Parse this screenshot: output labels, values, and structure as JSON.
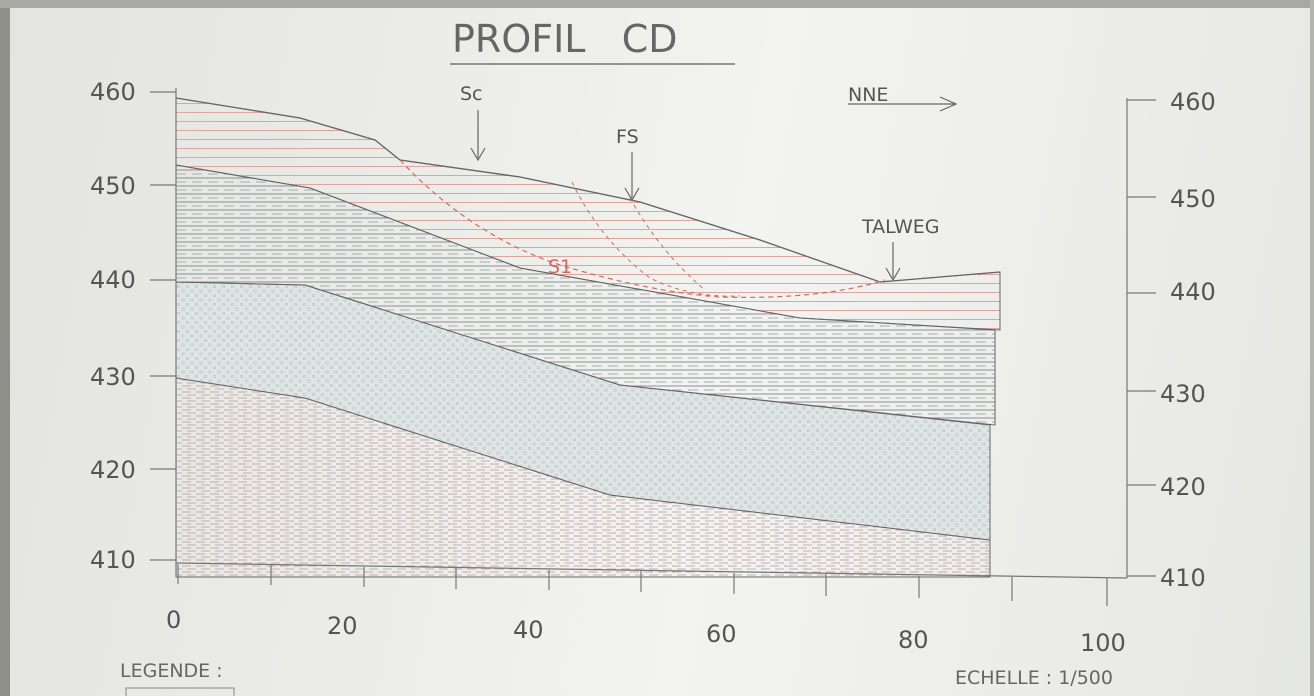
{
  "title": "PROFIL   CD",
  "left_axis_ticks": [
    "460",
    "450",
    "440",
    "430",
    "420",
    "410"
  ],
  "right_axis_ticks": [
    "460",
    "450",
    "440",
    "430",
    "420",
    "410"
  ],
  "x_axis_ticks": [
    "0",
    "20",
    "40",
    "60",
    "80",
    "100"
  ],
  "annotations": {
    "sc": "Sc",
    "fs": "FS",
    "s1": "S1",
    "nne": "NNE",
    "talweg": "TALWEG"
  },
  "legend_label": "LEGENDE :",
  "scale_label": "ECHELLE : 1/500",
  "colors": {
    "top_layer_hatch": "#d9a6a0",
    "clay_hatch": "#8a8f96",
    "sand_fill": "#dfe5e4",
    "base_hatch": "#caa8a8",
    "slip_surface": "#cf6a60",
    "outline": "#666666"
  }
}
